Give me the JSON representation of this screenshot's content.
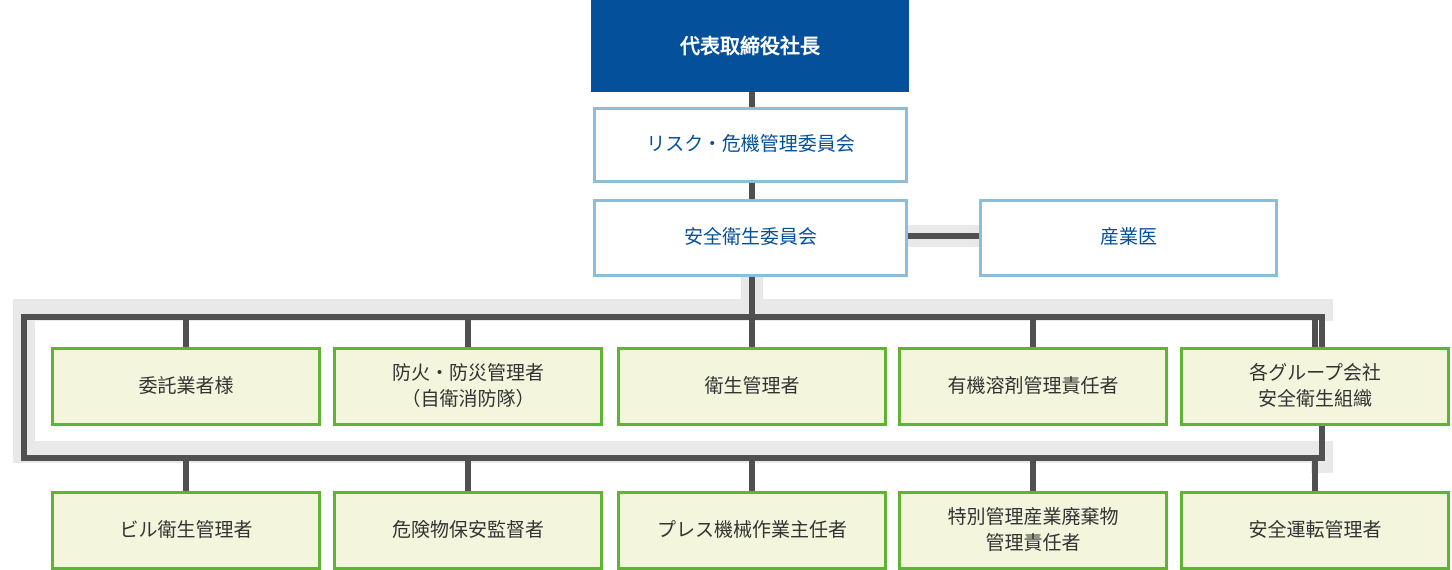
{
  "chart": {
    "top": {
      "label": "代表取締役社長"
    },
    "risk_committee": {
      "label": "リスク・危機管理委員会"
    },
    "safety_committee": {
      "label": "安全衛生委員会"
    },
    "industrial_physician": {
      "label": "産業医"
    },
    "row1": [
      {
        "lines": [
          "委託業者様"
        ]
      },
      {
        "lines": [
          "防火・防災管理者",
          "（自衛消防隊）"
        ]
      },
      {
        "lines": [
          "衛生管理者"
        ]
      },
      {
        "lines": [
          "有機溶剤管理責任者"
        ]
      },
      {
        "lines": [
          "各グループ会社",
          "安全衛生組織"
        ]
      }
    ],
    "row2": [
      {
        "lines": [
          "ビル衛生管理者"
        ]
      },
      {
        "lines": [
          "危険物保安監督者"
        ]
      },
      {
        "lines": [
          "プレス機械作業主任者"
        ]
      },
      {
        "lines": [
          "特別管理産業廃棄物",
          "管理責任者"
        ]
      },
      {
        "lines": [
          "安全運転管理者"
        ]
      }
    ]
  },
  "colors": {
    "ceo_fill": "#05509b",
    "committee_border": "#8cbedb",
    "committee_text": "#05509b",
    "unit_fill": "#f3f5dc",
    "unit_border": "#5fb433",
    "connector": "#505050",
    "connector_shadow": "#e9e9e9"
  }
}
